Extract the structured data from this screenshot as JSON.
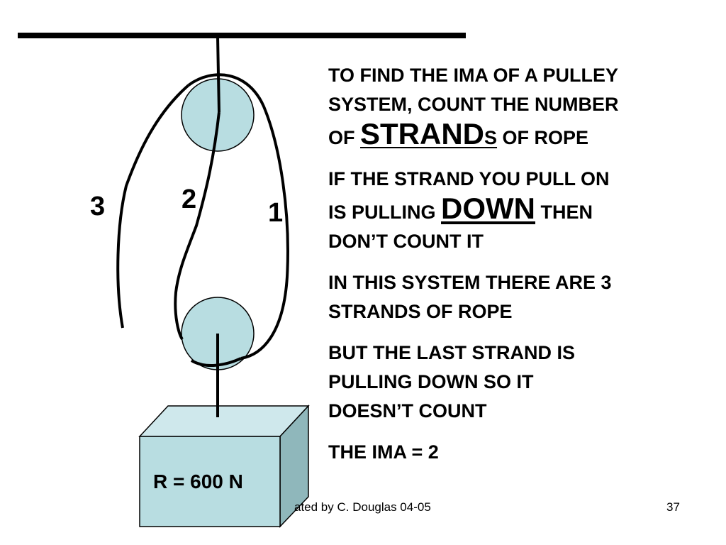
{
  "diagram": {
    "strand_labels": [
      "1",
      "2",
      "3"
    ],
    "load_label": "R = 600 N",
    "colors": {
      "pulley_fill": "#b8dde1",
      "box_front": "#b8dde1",
      "box_top": "#cfe8ec",
      "box_side": "#8fb7bb",
      "rope": "#000000"
    }
  },
  "text": {
    "p1_line1": "TO FIND THE IMA OF A PULLEY",
    "p1_line2": "SYSTEM, COUNT THE NUMBER",
    "p1_of": "OF",
    "p1_strand": "STRAND",
    "p1_s": "S",
    "p1_rest": "OF ROPE",
    "p2_line1": "IF THE STRAND YOU PULL ON",
    "p2_is_pulling": "IS PULLING",
    "p2_down": "DOWN",
    "p2_then": "THEN",
    "p2_line3": "DON’T COUNT IT",
    "p3_line1": "IN THIS SYSTEM THERE ARE 3",
    "p3_line2": "STRANDS OF ROPE",
    "p4_line1": "BUT THE LAST STRAND IS",
    "p4_line2": "PULLING DOWN SO IT",
    "p4_line3": "DOESN’T COUNT",
    "p5": "THE IMA = 2"
  },
  "footer": {
    "credit": "ated by C. Douglas  04-05",
    "page_number": "37"
  }
}
